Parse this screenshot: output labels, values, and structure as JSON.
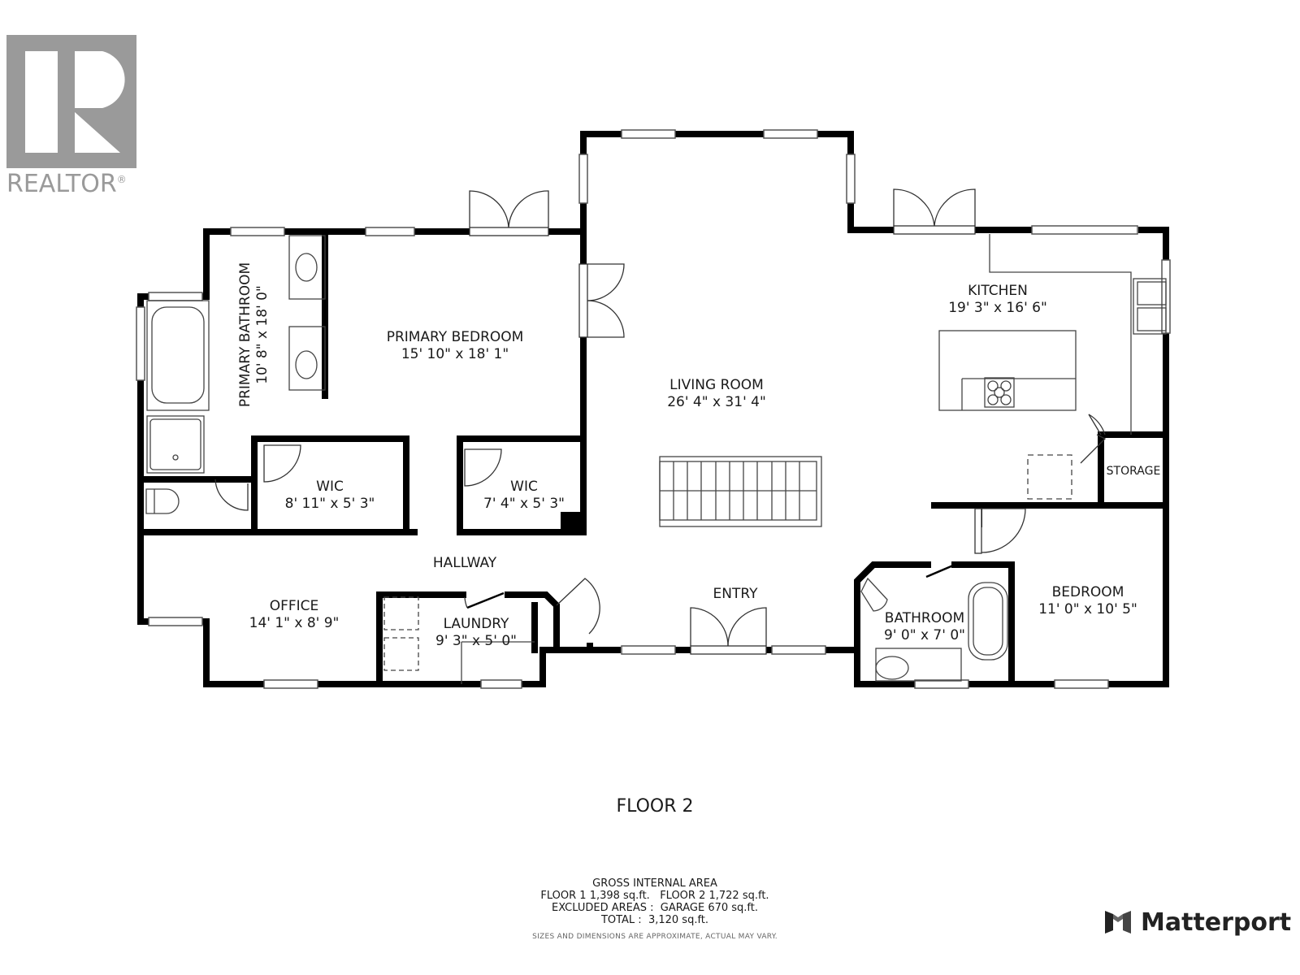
{
  "branding": {
    "realtor_word": "REALTOR",
    "realtor_mark": "®",
    "matterport_label": "Matterport"
  },
  "floor_title": "FLOOR 2",
  "rooms": {
    "primary_bathroom": {
      "name": "PRIMARY BATHROOM",
      "dim": "10' 8\" x 18' 0\""
    },
    "primary_bedroom": {
      "name": "PRIMARY BEDROOM",
      "dim": "15' 10\" x 18' 1\""
    },
    "living_room": {
      "name": "LIVING ROOM",
      "dim": "26' 4\" x 31' 4\""
    },
    "kitchen": {
      "name": "KITCHEN",
      "dim": "19' 3\" x 16' 6\""
    },
    "storage": {
      "name": "STORAGE"
    },
    "wic_1": {
      "name": "WIC",
      "dim": "8' 11\" x 5' 3\""
    },
    "wic_2": {
      "name": "WIC",
      "dim": "7' 4\" x 5' 3\""
    },
    "hallway": {
      "name": "HALLWAY"
    },
    "office": {
      "name": "OFFICE",
      "dim": "14' 1\" x 8' 9\""
    },
    "laundry": {
      "name": "LAUNDRY",
      "dim": "9' 3\" x 5' 0\""
    },
    "entry": {
      "name": "ENTRY"
    },
    "bathroom": {
      "name": "BATHROOM",
      "dim": "9' 0\" x 7' 0\""
    },
    "bedroom": {
      "name": "BEDROOM",
      "dim": "11' 0\" x 10' 5\""
    }
  },
  "area_summary": {
    "heading": "GROSS INTERNAL AREA",
    "floors_line": "FLOOR 1 1,398 sq.ft.   FLOOR 2 1,722 sq.ft.",
    "excluded_line": "EXCLUDED AREAS :  GARAGE 670 sq.ft.",
    "total_line": "TOTAL :  3,120 sq.ft.",
    "note": "SIZES AND DIMENSIONS ARE APPROXIMATE, ACTUAL MAY VARY."
  },
  "colors": {
    "wall": "#000000",
    "fixture_line": "#555555",
    "logo_gray": "#9a9a9a",
    "text": "#1a1a1a"
  }
}
